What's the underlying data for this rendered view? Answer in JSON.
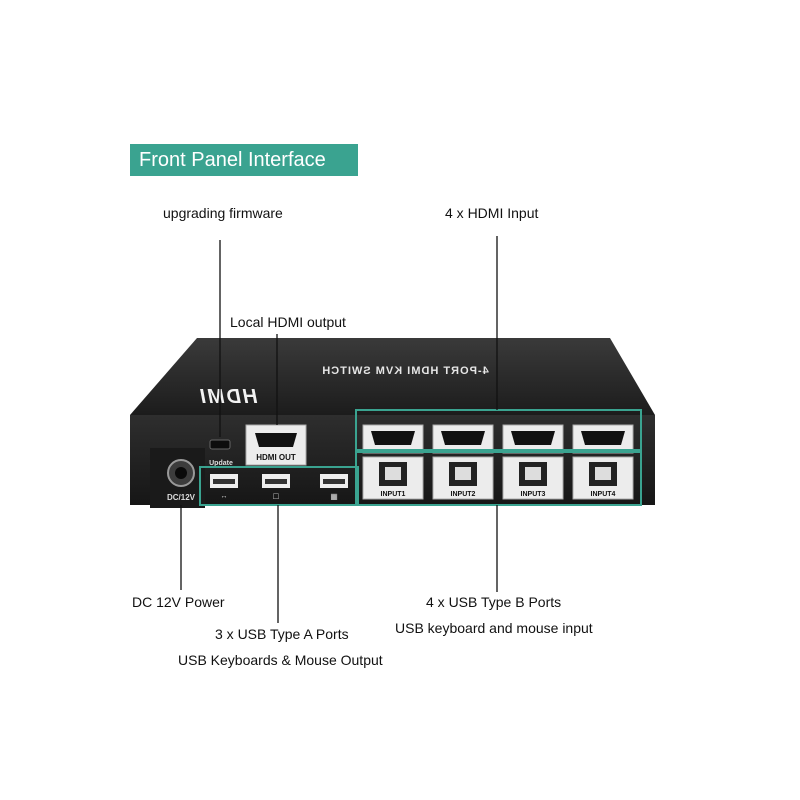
{
  "banner": {
    "title": "Front Panel Interface"
  },
  "callouts": {
    "upgrading_firmware": "upgrading firmware",
    "hdmi_input": "4 x HDMI Input",
    "local_hdmi_output": "Local HDMI output",
    "dc_power": "DC 12V Power",
    "usb_type_a": "3 x USB Type A Ports",
    "usb_type_a_desc": "USB Keyboards & Mouse Output",
    "usb_type_b": "4 x USB Type B Ports",
    "usb_type_b_desc": "USB keyboard and mouse input"
  },
  "device": {
    "top_label": "4-PORT HDMI KVM SWITCH",
    "logo": "HDMI",
    "update_label": "Update",
    "hdmi_out_label": "HDMI OUT",
    "dc_label": "DC/12V",
    "inputs": [
      "INPUT1",
      "INPUT2",
      "INPUT3",
      "INPUT4"
    ]
  },
  "colors": {
    "accent": "#3aa390",
    "device_body": "#222222",
    "leader_line": "#111111"
  }
}
